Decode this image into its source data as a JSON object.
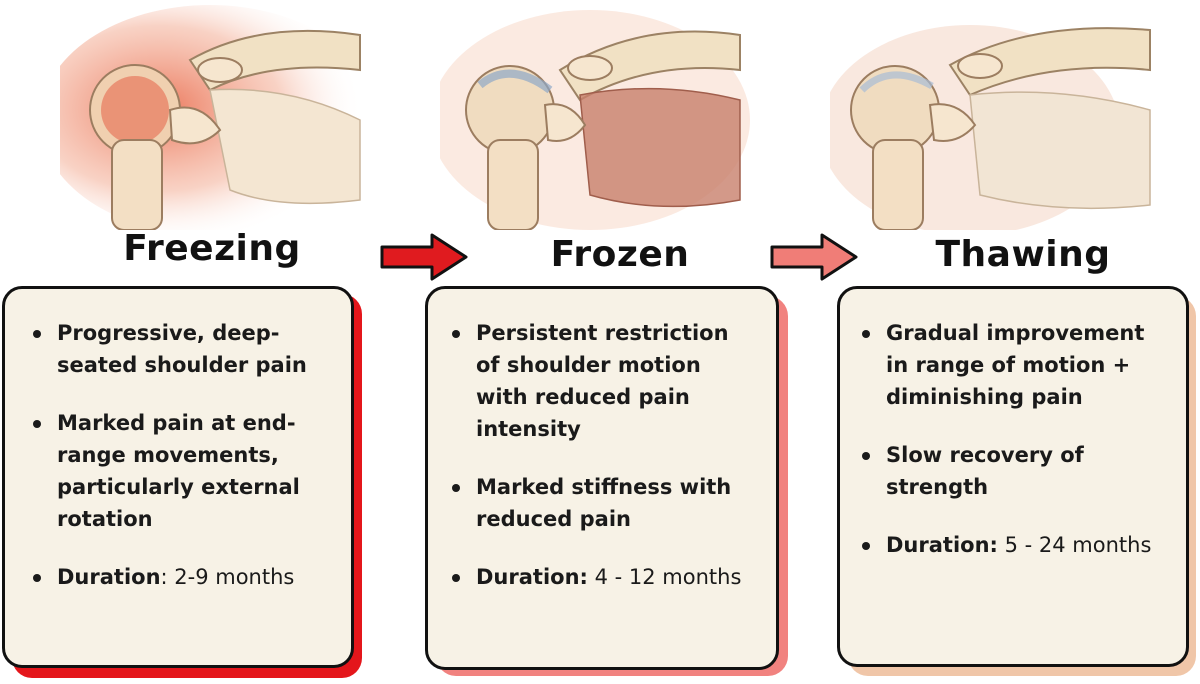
{
  "colors": {
    "card_bg": "#f7f2e6",
    "shadow_freezing": "#e4161b",
    "shadow_frozen": "#f1827f",
    "shadow_thawing": "#f0c6a8",
    "arrow1": "#e01b1f",
    "arrow2": "#f07d77"
  },
  "stages": [
    {
      "name": "Freezing",
      "image_icon": "inflamed-shoulder-joint-illustration",
      "bullets": [
        {
          "text": "Progressive, deep-seated shoulder pain"
        },
        {
          "text": "Marked pain at end-range movements, particularly external rotation"
        },
        {
          "label": "Duration",
          "text": ": 2-9 months"
        }
      ]
    },
    {
      "name": "Frozen",
      "image_icon": "stiff-shoulder-joint-illustration",
      "bullets": [
        {
          "text": "Persistent restriction of shoulder motion with reduced pain intensity"
        },
        {
          "text": "Marked stiffness with reduced pain"
        },
        {
          "label": "Duration:",
          "text": " 4 - 12 months"
        }
      ]
    },
    {
      "name": "Thawing",
      "image_icon": "recovering-shoulder-joint-illustration",
      "bullets": [
        {
          "text": "Gradual improvement in range of motion + diminishing pain"
        },
        {
          "text": "Slow recovery of strength"
        },
        {
          "label": "Duration:",
          "text": " 5 - 24 months"
        }
      ]
    }
  ]
}
